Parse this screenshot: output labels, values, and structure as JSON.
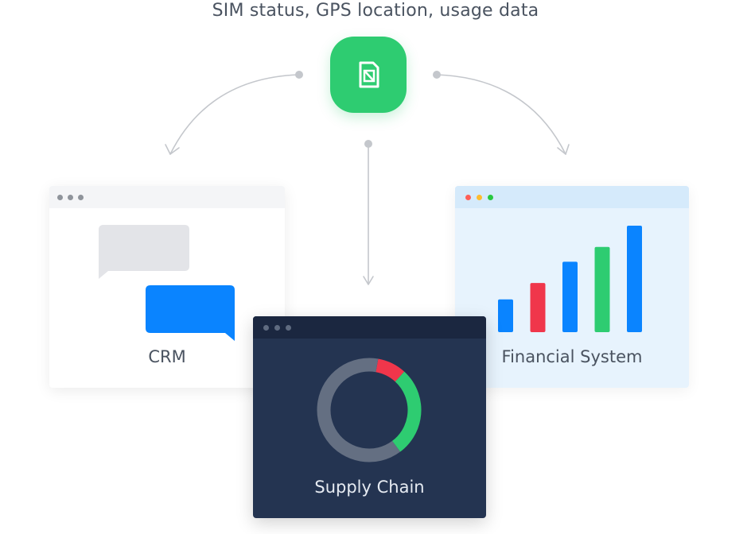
{
  "header": {
    "text": "SIM status, GPS location, usage data"
  },
  "sim_badge": {
    "icon": "sim-card-icon",
    "color": "#2ecc71"
  },
  "connectors": {
    "color": "#c4c7cc"
  },
  "crm": {
    "label": "CRM",
    "bubble_colors": {
      "incoming": "#e3e4e8",
      "outgoing": "#0a84ff"
    }
  },
  "financial": {
    "label": "Financial System",
    "window_dot_colors": [
      "#ff5f57",
      "#febc2e",
      "#28c840"
    ],
    "chart_data": {
      "type": "bar",
      "values": [
        2,
        3,
        4.3,
        5.2,
        6.5
      ],
      "colors": [
        "#0a84ff",
        "#f0364b",
        "#0a84ff",
        "#2ecc71",
        "#0a84ff"
      ],
      "ylim": [
        0,
        6.5
      ]
    }
  },
  "supply_chain": {
    "label": "Supply Chain",
    "chart_data": {
      "type": "pie",
      "segments": [
        {
          "value": 9,
          "color": "#f0364b"
        },
        {
          "value": 28,
          "color": "#2ecc71"
        },
        {
          "value": 63,
          "color": "#646f82"
        }
      ]
    }
  }
}
